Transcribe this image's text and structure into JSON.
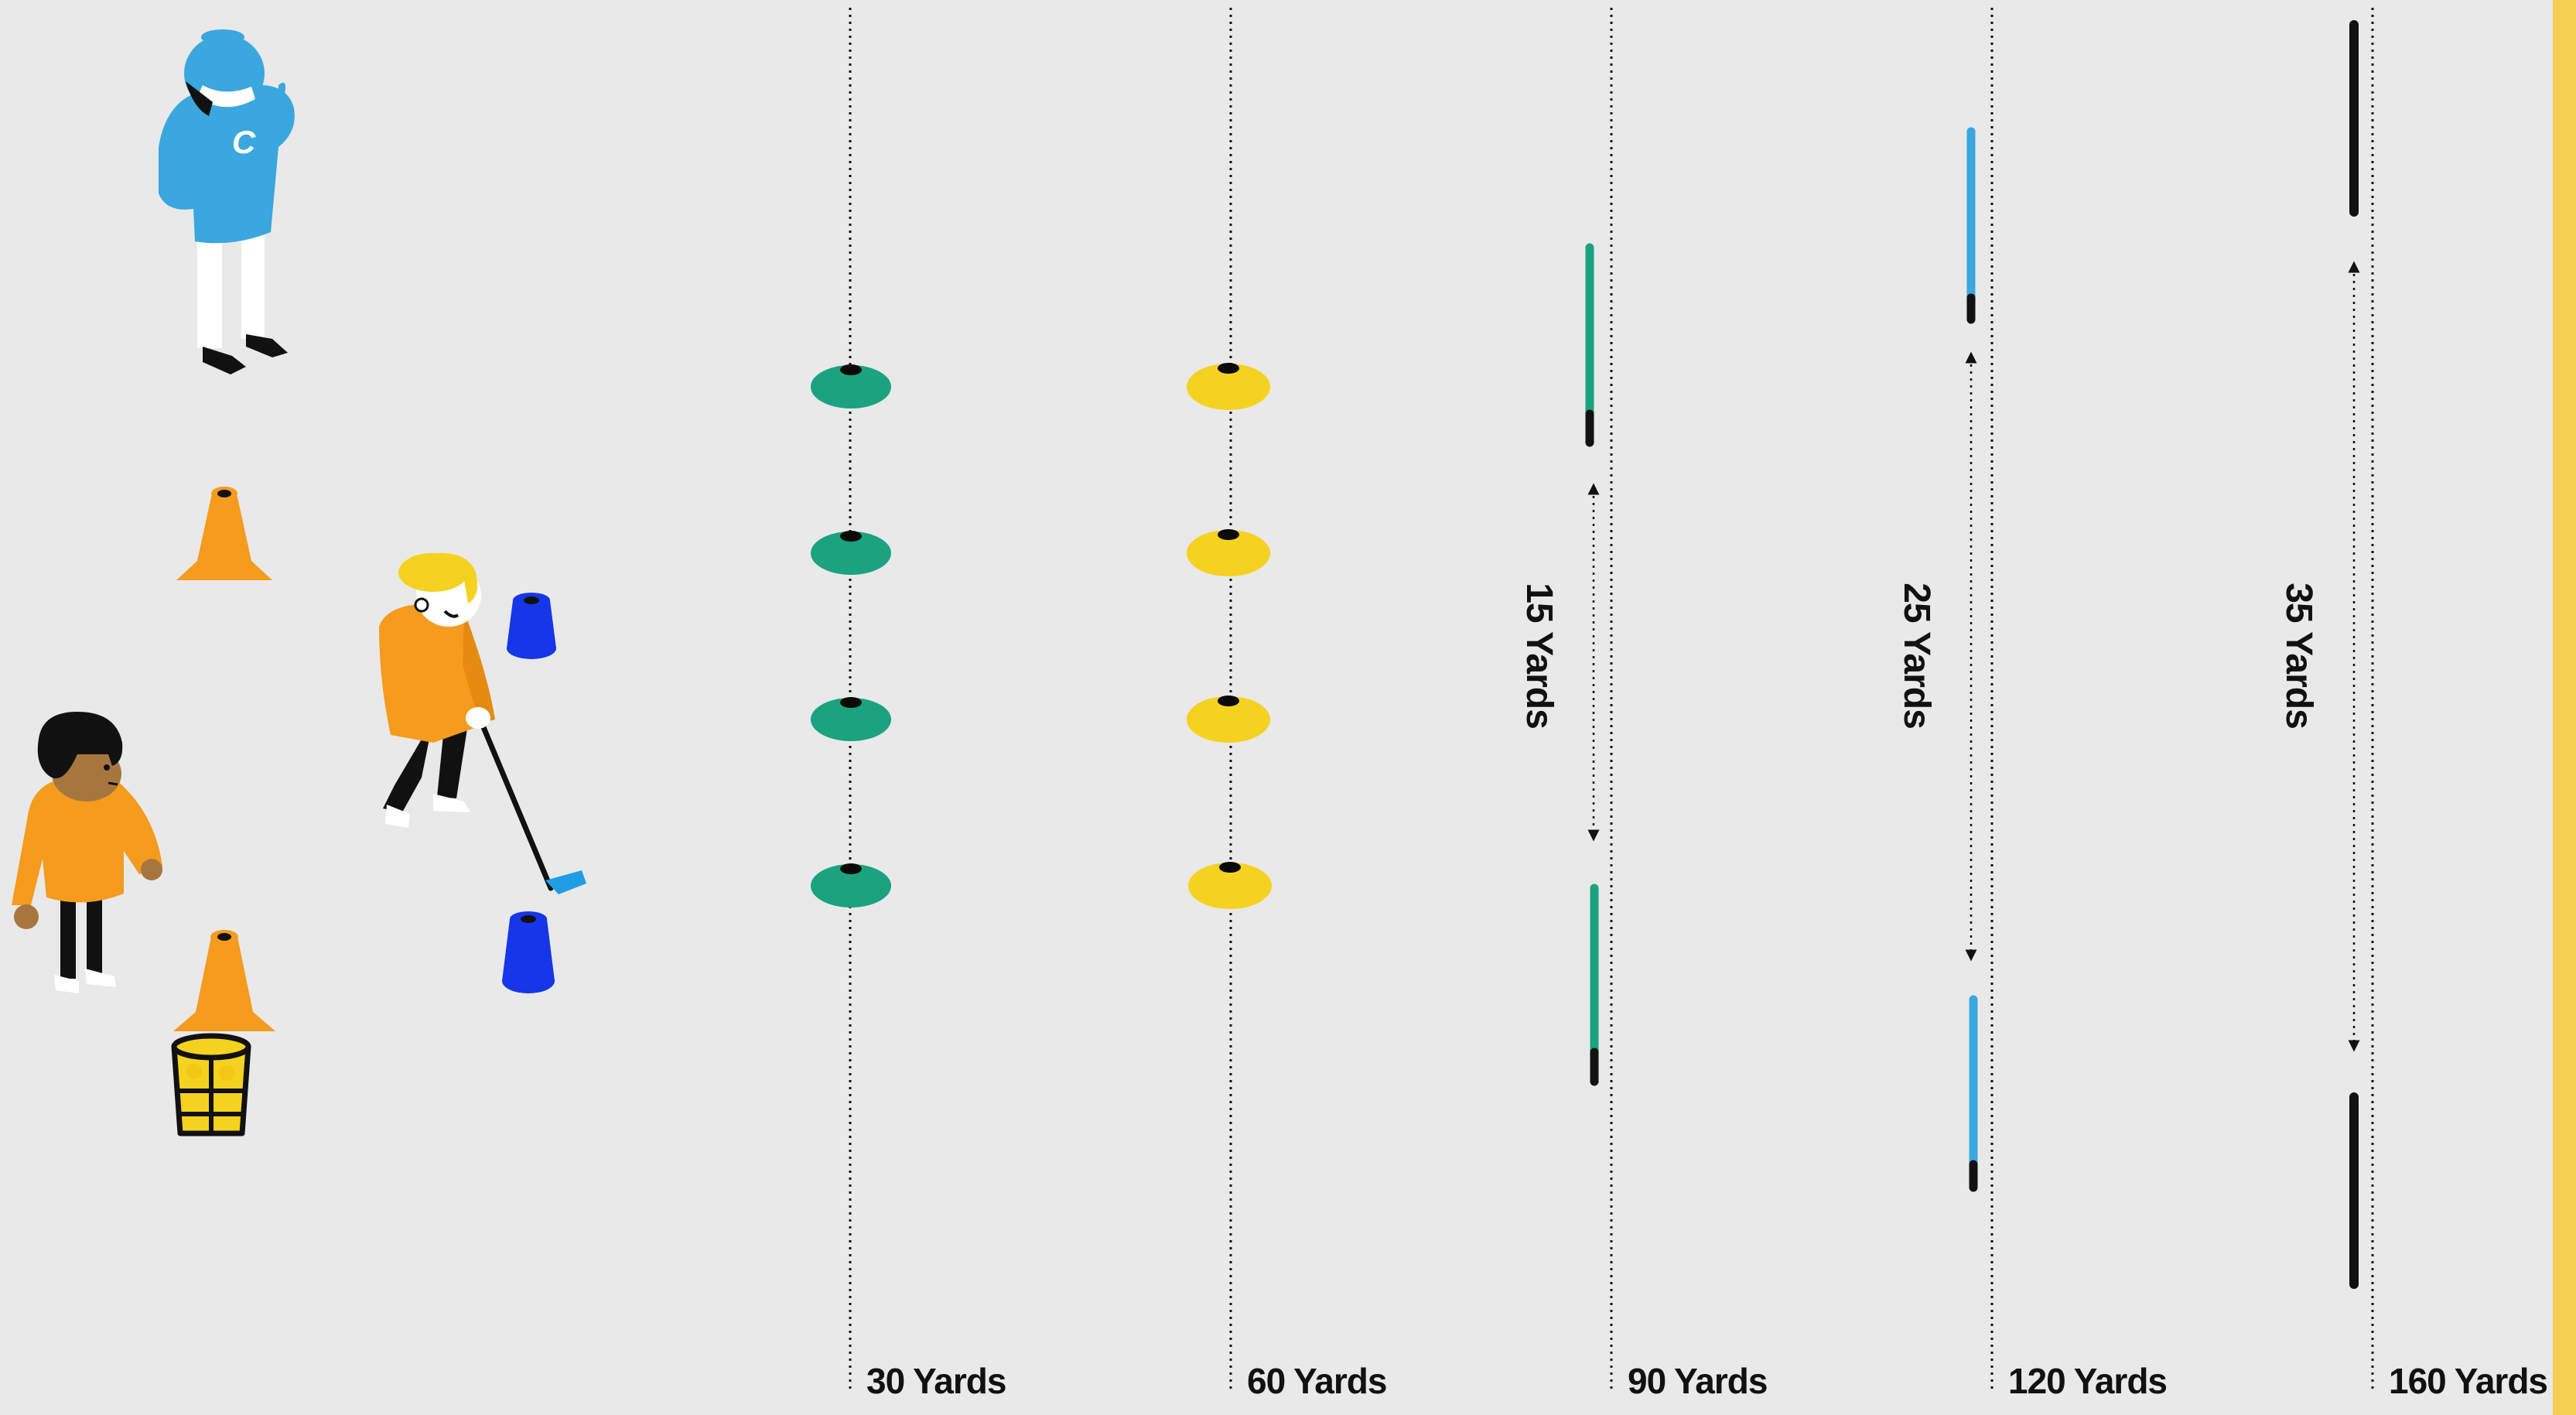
{
  "markers": [
    {
      "id": "m30",
      "label": "30 Yards"
    },
    {
      "id": "m60",
      "label": "60 Yards"
    },
    {
      "id": "m90",
      "label": "90 Yards"
    },
    {
      "id": "m120",
      "label": "120 Yards"
    },
    {
      "id": "m160",
      "label": "160 Yards"
    }
  ],
  "gates": [
    {
      "id": "g15",
      "label": "15 Yards",
      "color": "#1aa37e"
    },
    {
      "id": "g25",
      "label": "25 Yards",
      "color": "#3aa7de"
    },
    {
      "id": "g35",
      "label": "35 Yards",
      "color": "#111111"
    }
  ],
  "colors": {
    "background": "#e9e9e9",
    "edge_strip": "#f4cf52",
    "green_disc": "#1aa37e",
    "yellow_disc": "#f5d21f",
    "orange_cone": "#f59b1d",
    "blue_cone": "#1636e8",
    "coach_blue": "#3aa7de",
    "player_orange": "#f59b1d"
  },
  "coach_shirt_letter": "C"
}
